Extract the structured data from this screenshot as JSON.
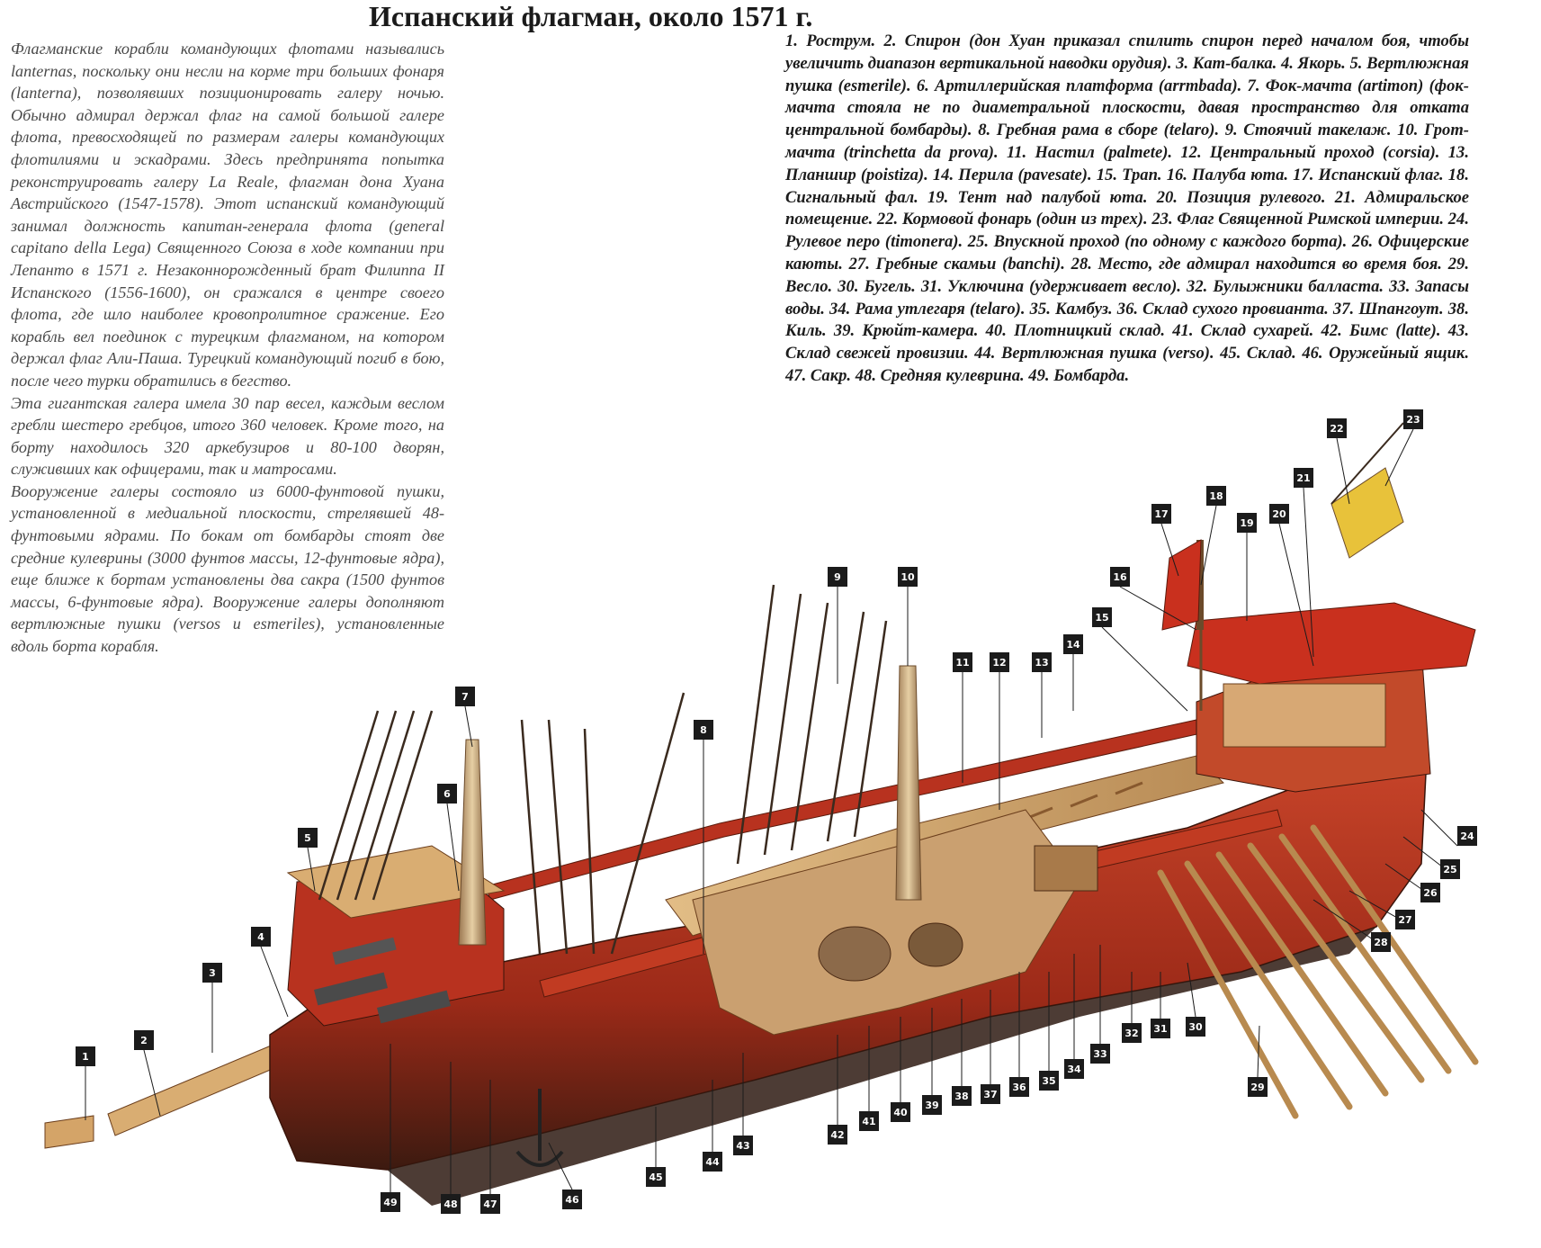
{
  "title": "Испанский флагман, около 1571 г.",
  "intro_paragraphs": [
    "Флагманские корабли командующих флотами назывались lanternas, поскольку они несли на корме три больших фонаря (lanterna), позволявших позиционировать галеру ночью. Обычно адмирал держал флаг на самой большой галере флота, превосходящей по размерам галеры командующих флотилиями и эскадрами. Здесь предпринята попытка реконструировать галеру La Reale, флагман дона Хуана Австрийского (1547-1578). Этот испанский командующий занимал должность капитан-генерала флота (general capitano della Lega) Священного Союза в ходе компании при Лепанто в 1571 г. Незаконнорожденный брат Филиппа II Испанского (1556-1600), он сражался в центре своего флота, где шло наиболее кровопролитное сражение. Его корабль вел поединок с турецким флагманом, на котором держал флаг Али-Паша. Турецкий командующий погиб в бою, после чего турки обратились в бегство.",
    "Эта гигантская галера имела 30 пар весел, каждым веслом гребли шестеро гребцов, итого 360 человек. Кроме того, на борту находилось 320 аркебузиров и 80-100 дворян, служивших как офицерами, так и матросами.",
    "Вооружение галеры состояло из 6000-фунтовой пушки, установленной в медиальной плоскости, стрелявшей 48-фунтовыми ядрами. По бокам от бомбарды стоят две средние кулеврины (3000 фунтов массы, 12-фунтовые ядра), еще ближе к бортам установлены два сакра (1500 фунтов массы, 6-фунтовые ядра). Вооружение галеры дополняют вертлюжные пушки (versos и esmeriles), установленные вдоль борта корабля."
  ],
  "legend_text": "1. Рострум. 2. Спирон (дон Хуан приказал спилить спирон перед началом боя, чтобы увеличить диапазон вертикальной наводки орудия). 3. Кат-балка. 4. Якорь. 5. Вертлюжная пушка (esmerile). 6. Артиллерийская платформа (arrmbada). 7. Фок-мачта (artimon) (фок-мачта стояла не по диаметральной плоскости, давая пространство для отката центральной бомбарды). 8. Гребная рама в сборе (telaro). 9. Стоячий такелаж. 10. Грот-мачта (trinchetta da prova). 11. Настил (palmete). 12. Центральный проход (corsia). 13. Планшир (poistiza). 14. Перила (pavesate). 15. Трап. 16. Палуба юта. 17. Испанский флаг. 18. Сигнальный фал. 19. Тент над палубой юта. 20. Позиция рулевого. 21. Адмиральское помещение. 22. Кормовой фонарь (один из трех). 23. Флаг Священной Римской империи. 24. Рулевое перо (timonera). 25. Впускной проход (по одному с каждого борта). 26. Офицерские каюты. 27. Гребные скамьи (banchi). 28. Место, где адмирал находится во время боя. 29. Весло. 30. Бугель. 31. Уключина (удерживает весло). 32. Булыжники балласта. 33. Запасы воды. 34. Рама утлегаря (telaro). 35. Камбуз. 36. Склад сухого провианта. 37. Шпангоут. 38. Киль. 39. Крюйт-камера. 40. Плотницкий склад. 41. Склад сухарей. 42. Бимс (latte). 43. Склад свежей провизии. 44. Вертлюжная пушка (verso). 45. Склад. 46. Оружейный ящик. 47. Сакр. 48. Средняя кулеврина. 49. Бомбарда.",
  "callouts": [
    "1",
    "2",
    "3",
    "4",
    "5",
    "6",
    "7",
    "8",
    "9",
    "10",
    "11",
    "12",
    "13",
    "14",
    "15",
    "16",
    "17",
    "18",
    "19",
    "20",
    "21",
    "22",
    "23",
    "24",
    "25",
    "26",
    "27",
    "28",
    "29",
    "30",
    "31",
    "32",
    "33",
    "34",
    "35",
    "36",
    "37",
    "38",
    "39",
    "40",
    "41",
    "42",
    "43",
    "44",
    "45",
    "46",
    "47",
    "48",
    "49"
  ],
  "colors": {
    "hull_red": "#b8321f",
    "deck_wood": "#d9b27a",
    "dark_wood": "#5a2a14",
    "flag_yellow": "#e8c23a",
    "callout_box": "#1b1b1b"
  }
}
